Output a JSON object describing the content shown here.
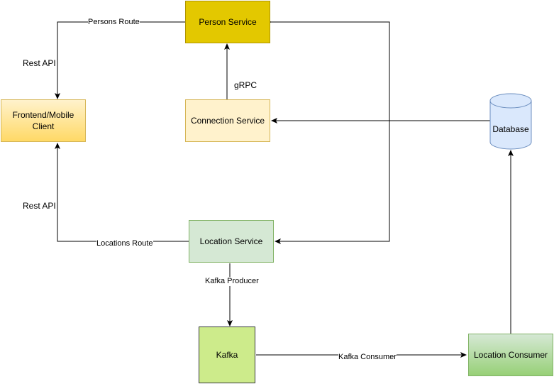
{
  "nodes": {
    "person_service": {
      "label": "Person Service",
      "fill": "#e3c800",
      "stroke": "#b09500"
    },
    "frontend": {
      "label": "Frontend/Mobile Client",
      "fill": "#ffd966",
      "stroke": "#d6b656"
    },
    "connection_service": {
      "label": "Connection Service",
      "fill": "#fff2cc",
      "stroke": "#d6b656"
    },
    "database": {
      "label": "Database",
      "fill": "#dae8fc",
      "stroke": "#6c8ebf"
    },
    "location_service": {
      "label": "Location Service",
      "fill": "#d5e8d4",
      "stroke": "#82b366"
    },
    "kafka": {
      "label": "Kafka",
      "fill": "#cdeb8b",
      "stroke": "#36393d"
    },
    "location_consumer": {
      "label": "Location Consumer",
      "fill": "#97d077",
      "stroke": "#82b366"
    }
  },
  "edge_labels": {
    "persons_route": "Persons Route",
    "rest_api_top": "Rest API",
    "grpc": "gRPC",
    "rest_api_bottom": "Rest API",
    "locations_route": "Locations Route",
    "kafka_producer": "Kafka Producer",
    "kafka_consumer": "Kafka Consumer"
  },
  "edges": [
    {
      "from": "person_service",
      "to": "frontend",
      "label": "Persons Route"
    },
    {
      "from": "connection_service",
      "to": "person_service",
      "label": "gRPC"
    },
    {
      "from": "database",
      "to": "connection_service"
    },
    {
      "from": "location_service",
      "to": "frontend",
      "label": "Locations Route"
    },
    {
      "from": "location_service",
      "to": "person_service"
    },
    {
      "from": "location_service",
      "to": "kafka",
      "label": "Kafka Producer"
    },
    {
      "from": "kafka",
      "to": "location_consumer",
      "label": "Kafka Consumer"
    },
    {
      "from": "location_consumer",
      "to": "database"
    }
  ]
}
